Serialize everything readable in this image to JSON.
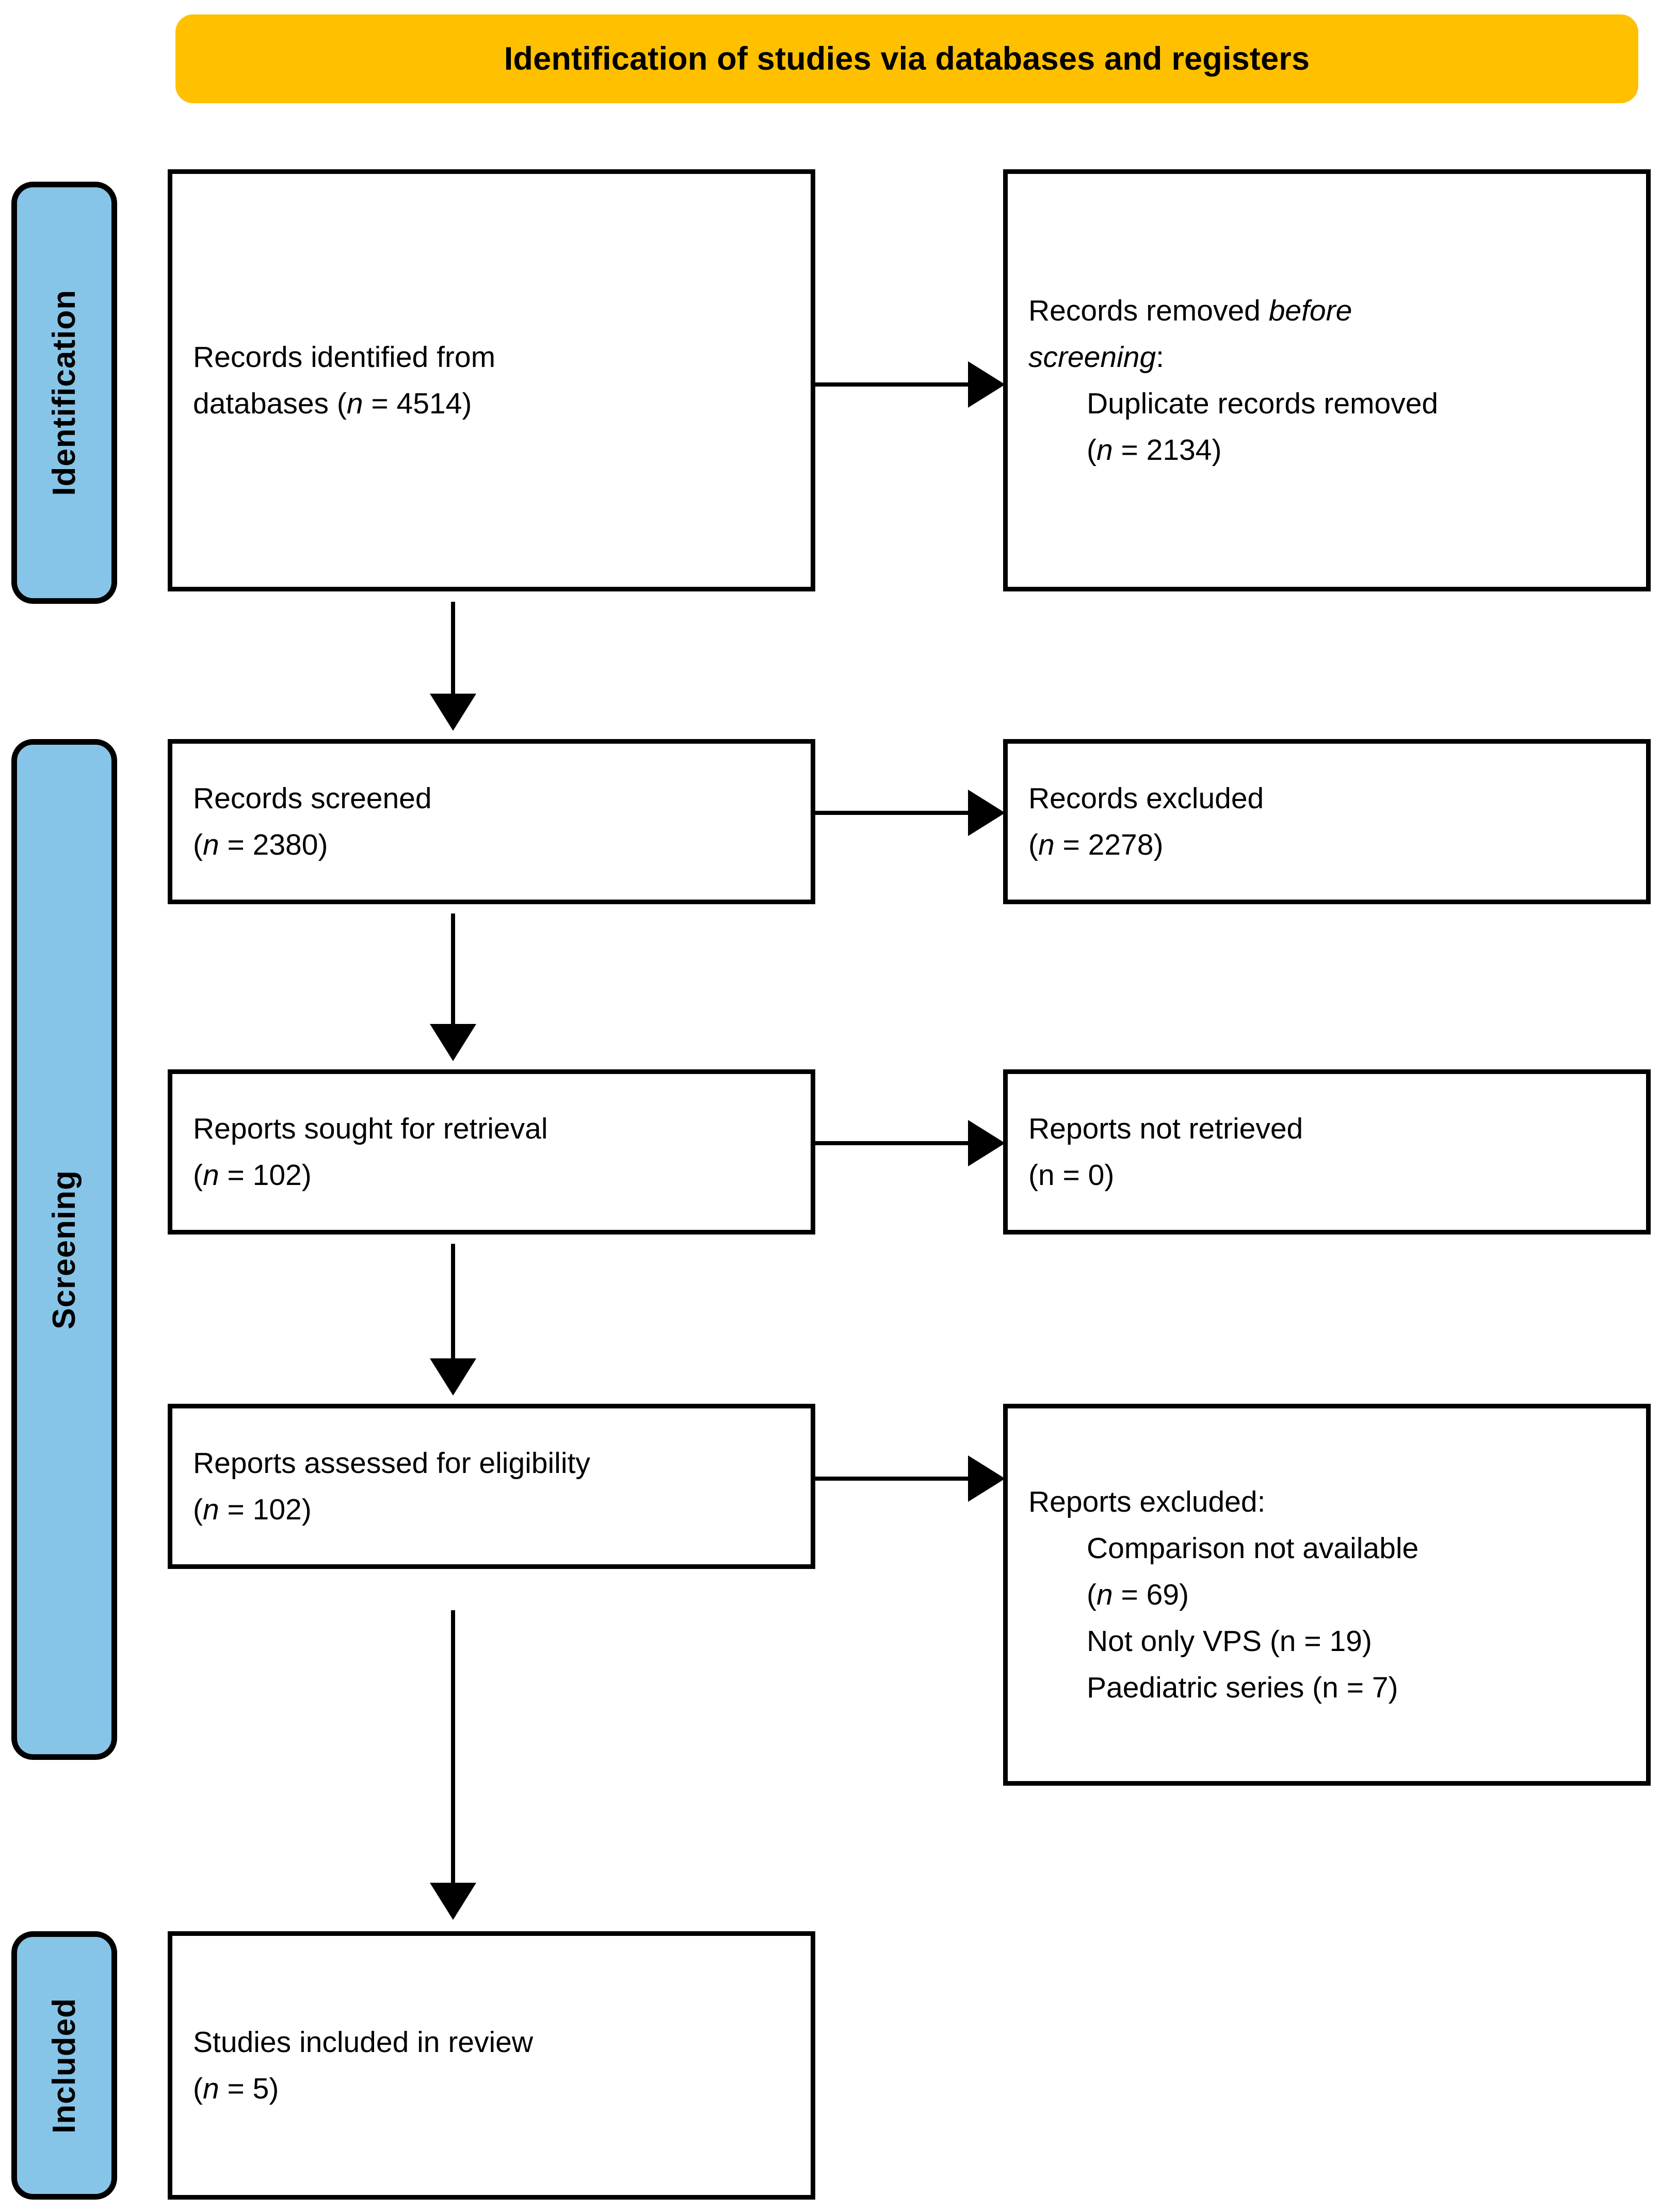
{
  "banner": {
    "title": "Identification of studies via databases and registers",
    "color": "#FFC000"
  },
  "stages": {
    "color": "#86C5E8",
    "identification": "Identification",
    "screening": "Screening",
    "included": "Included"
  },
  "boxes": {
    "identified": {
      "line1": "Records identified from",
      "line2_pre": "databases (",
      "line2_italic": "n",
      "line2_post": " = 4514)"
    },
    "removed": {
      "line1_pre": "Records removed ",
      "line1_italic": "before",
      "line2_italic": "screening",
      "line2_post": ":",
      "line3": "Duplicate records removed",
      "line4_pre": "(",
      "line4_italic": "n",
      "line4_post": " = 2134)"
    },
    "screened": {
      "line1": "Records screened",
      "line2_pre": "(",
      "line2_italic": "n",
      "line2_post": " = 2380)"
    },
    "excluded": {
      "line1": "Records excluded",
      "line2_pre": "(",
      "line2_italic": "n",
      "line2_post": " = 2278)"
    },
    "sought": {
      "line1": "Reports sought for retrieval",
      "line2_pre": "(",
      "line2_italic": "n",
      "line2_post": " = 102)"
    },
    "not_retrieved": {
      "line1": "Reports not retrieved",
      "line2": "(n = 0)"
    },
    "assessed": {
      "line1": "Reports assessed for eligibility",
      "line2_pre": "(",
      "line2_italic": "n",
      "line2_post": " = 102)"
    },
    "reports_excluded": {
      "line1": "Reports excluded:",
      "line2": "Comparison not available",
      "line3_pre": "(",
      "line3_italic": "n",
      "line3_post": " = 69)",
      "line4": "Not only VPS (n = 19)",
      "line5": "Paediatric series (n = 7)"
    },
    "included": {
      "line1": "Studies included in review",
      "line2_pre": "(",
      "line2_italic": "n",
      "line2_post": " = 5)"
    }
  },
  "chart_data": {
    "type": "diagram",
    "title": "Identification of studies via databases and registers",
    "nodes": [
      {
        "id": "identified",
        "stage": "Identification",
        "column": "left",
        "label": "Records identified from databases",
        "n": 4514
      },
      {
        "id": "removed",
        "stage": "Identification",
        "column": "right",
        "label": "Records removed before screening: Duplicate records removed",
        "n": 2134
      },
      {
        "id": "screened",
        "stage": "Screening",
        "column": "left",
        "label": "Records screened",
        "n": 2380
      },
      {
        "id": "excluded",
        "stage": "Screening",
        "column": "right",
        "label": "Records excluded",
        "n": 2278
      },
      {
        "id": "sought",
        "stage": "Screening",
        "column": "left",
        "label": "Reports sought for retrieval",
        "n": 102
      },
      {
        "id": "not_retrieved",
        "stage": "Screening",
        "column": "right",
        "label": "Reports not retrieved",
        "n": 0
      },
      {
        "id": "assessed",
        "stage": "Screening",
        "column": "left",
        "label": "Reports assessed for eligibility",
        "n": 102
      },
      {
        "id": "reports_excluded",
        "stage": "Screening",
        "column": "right",
        "label": "Reports excluded",
        "reasons": [
          {
            "label": "Comparison not available",
            "n": 69
          },
          {
            "label": "Not only VPS",
            "n": 19
          },
          {
            "label": "Paediatric series",
            "n": 7
          }
        ]
      },
      {
        "id": "included",
        "stage": "Included",
        "column": "left",
        "label": "Studies included in review",
        "n": 5
      }
    ],
    "edges": [
      {
        "from": "identified",
        "to": "removed",
        "direction": "right"
      },
      {
        "from": "identified",
        "to": "screened",
        "direction": "down"
      },
      {
        "from": "screened",
        "to": "excluded",
        "direction": "right"
      },
      {
        "from": "screened",
        "to": "sought",
        "direction": "down"
      },
      {
        "from": "sought",
        "to": "not_retrieved",
        "direction": "right"
      },
      {
        "from": "sought",
        "to": "assessed",
        "direction": "down"
      },
      {
        "from": "assessed",
        "to": "reports_excluded",
        "direction": "right"
      },
      {
        "from": "assessed",
        "to": "included",
        "direction": "down"
      }
    ]
  }
}
